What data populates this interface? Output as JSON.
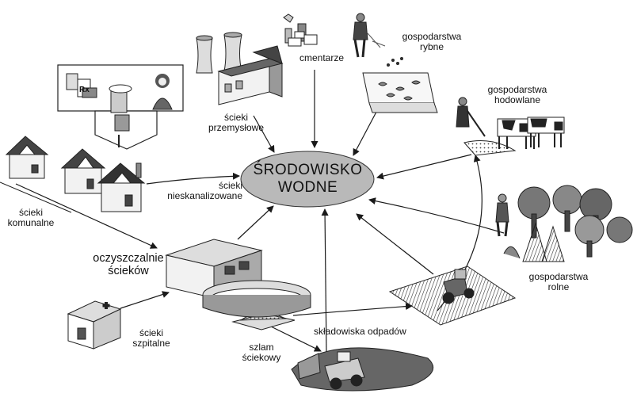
{
  "diagram": {
    "center": {
      "line1": "ŚRODOWISKO",
      "line2": "WODNE"
    },
    "labels": {
      "cmentarze": "cmentarze",
      "gospodarstwa_rybne": [
        "gospodarstwa",
        "rybne"
      ],
      "gospodarstwa_hodowlane": [
        "gospodarstwa",
        "hodowlane"
      ],
      "scieki_przemyslowe": [
        "ścieki",
        "przemysłowe"
      ],
      "scieki_nieskanalizowane": [
        "ścieki",
        "nieskanalizowane"
      ],
      "scieki_komunalne": [
        "ścieki",
        "komunalne"
      ],
      "oczyszczalnie_sciekow": [
        "oczyszczalnie",
        "ścieków"
      ],
      "gospodarstwa_rolne": [
        "gospodarstwa",
        "rolne"
      ],
      "scieki_szpitalne": [
        "ścieki",
        "szpitalne"
      ],
      "szlam_sciekowy": [
        "szlam",
        "ściekowy"
      ],
      "skladowiska_odpadow": "składowiska odpadów",
      "pharma_rx": "Rx"
    },
    "colors": {
      "ellipse_fill": "#b9b9b9",
      "line": "#1a1a1a",
      "building_light": "#ececec",
      "building_mid": "#bdbdbd",
      "building_dark": "#555555"
    },
    "icons": [
      "factory-icon",
      "gravestones-icon",
      "fisherman-icon",
      "fish-pond-icon",
      "cattle-icon",
      "farmer-icon",
      "orchard-icon",
      "harvest-icon",
      "tractor-field-icon",
      "landfill-bulldozer-icon",
      "sludge-pile-icon",
      "treatment-plant-icon",
      "hospital-icon",
      "houses-icon",
      "pharmaceuticals-icon"
    ]
  }
}
